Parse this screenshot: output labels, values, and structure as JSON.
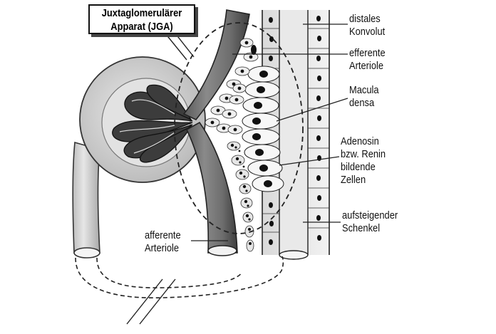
{
  "diagram": {
    "title_line1": "Juxtaglomerulärer",
    "title_line2": "Apparat (JGA)",
    "labels": {
      "distal_line1": "distales",
      "distal_line2": "Konvolut",
      "efferent_line1": "efferente",
      "efferent_line2": "Arteriole",
      "macula_line1": "Macula",
      "macula_line2": "densa",
      "renin_line1": "Adenosin",
      "renin_line2": "bzw. Renin",
      "renin_line3": "bildende",
      "renin_line4": "Zellen",
      "ascending_line1": "aufsteigender",
      "ascending_line2": "Schenkel",
      "afferent_line1": "afferente",
      "afferent_line2": "Arteriole"
    }
  }
}
